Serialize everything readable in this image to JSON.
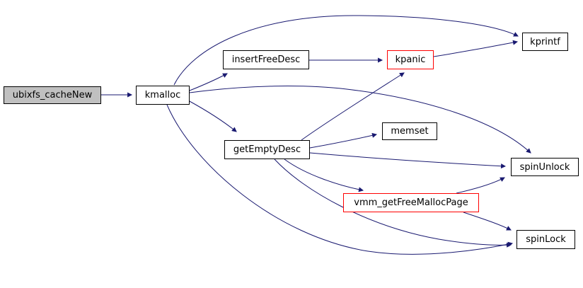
{
  "diagram": {
    "type": "call-graph",
    "root_function": "ubixfs_cacheNew",
    "colors": {
      "edge": "#191970",
      "node_border": "#000000",
      "highlight_border": "#ff0000",
      "root_fill": "#c0c0c0",
      "node_fill": "#ffffff",
      "text": "#000000",
      "background": "#ffffff"
    },
    "nodes": [
      {
        "id": "ubixfs_cacheNew",
        "label": "ubixfs_cacheNew",
        "style": "root"
      },
      {
        "id": "kmalloc",
        "label": "kmalloc",
        "style": "normal"
      },
      {
        "id": "insertFreeDesc",
        "label": "insertFreeDesc",
        "style": "normal"
      },
      {
        "id": "kpanic",
        "label": "kpanic",
        "style": "highlight"
      },
      {
        "id": "kprintf",
        "label": "kprintf",
        "style": "normal"
      },
      {
        "id": "getEmptyDesc",
        "label": "getEmptyDesc",
        "style": "normal"
      },
      {
        "id": "memset",
        "label": "memset",
        "style": "normal"
      },
      {
        "id": "spinUnlock",
        "label": "spinUnlock",
        "style": "normal"
      },
      {
        "id": "vmm_getFreeMallocPage",
        "label": "vmm_getFreeMallocPage",
        "style": "highlight"
      },
      {
        "id": "spinLock",
        "label": "spinLock",
        "style": "normal"
      }
    ],
    "edges": [
      {
        "from": "ubixfs_cacheNew",
        "to": "kmalloc"
      },
      {
        "from": "kmalloc",
        "to": "insertFreeDesc"
      },
      {
        "from": "kmalloc",
        "to": "kprintf"
      },
      {
        "from": "kmalloc",
        "to": "spinUnlock"
      },
      {
        "from": "kmalloc",
        "to": "getEmptyDesc"
      },
      {
        "from": "kmalloc",
        "to": "spinLock"
      },
      {
        "from": "insertFreeDesc",
        "to": "kpanic"
      },
      {
        "from": "kpanic",
        "to": "kprintf"
      },
      {
        "from": "getEmptyDesc",
        "to": "kpanic"
      },
      {
        "from": "getEmptyDesc",
        "to": "memset"
      },
      {
        "from": "getEmptyDesc",
        "to": "spinUnlock"
      },
      {
        "from": "getEmptyDesc",
        "to": "vmm_getFreeMallocPage"
      },
      {
        "from": "getEmptyDesc",
        "to": "spinLock"
      },
      {
        "from": "vmm_getFreeMallocPage",
        "to": "spinUnlock"
      },
      {
        "from": "vmm_getFreeMallocPage",
        "to": "spinLock"
      }
    ]
  }
}
